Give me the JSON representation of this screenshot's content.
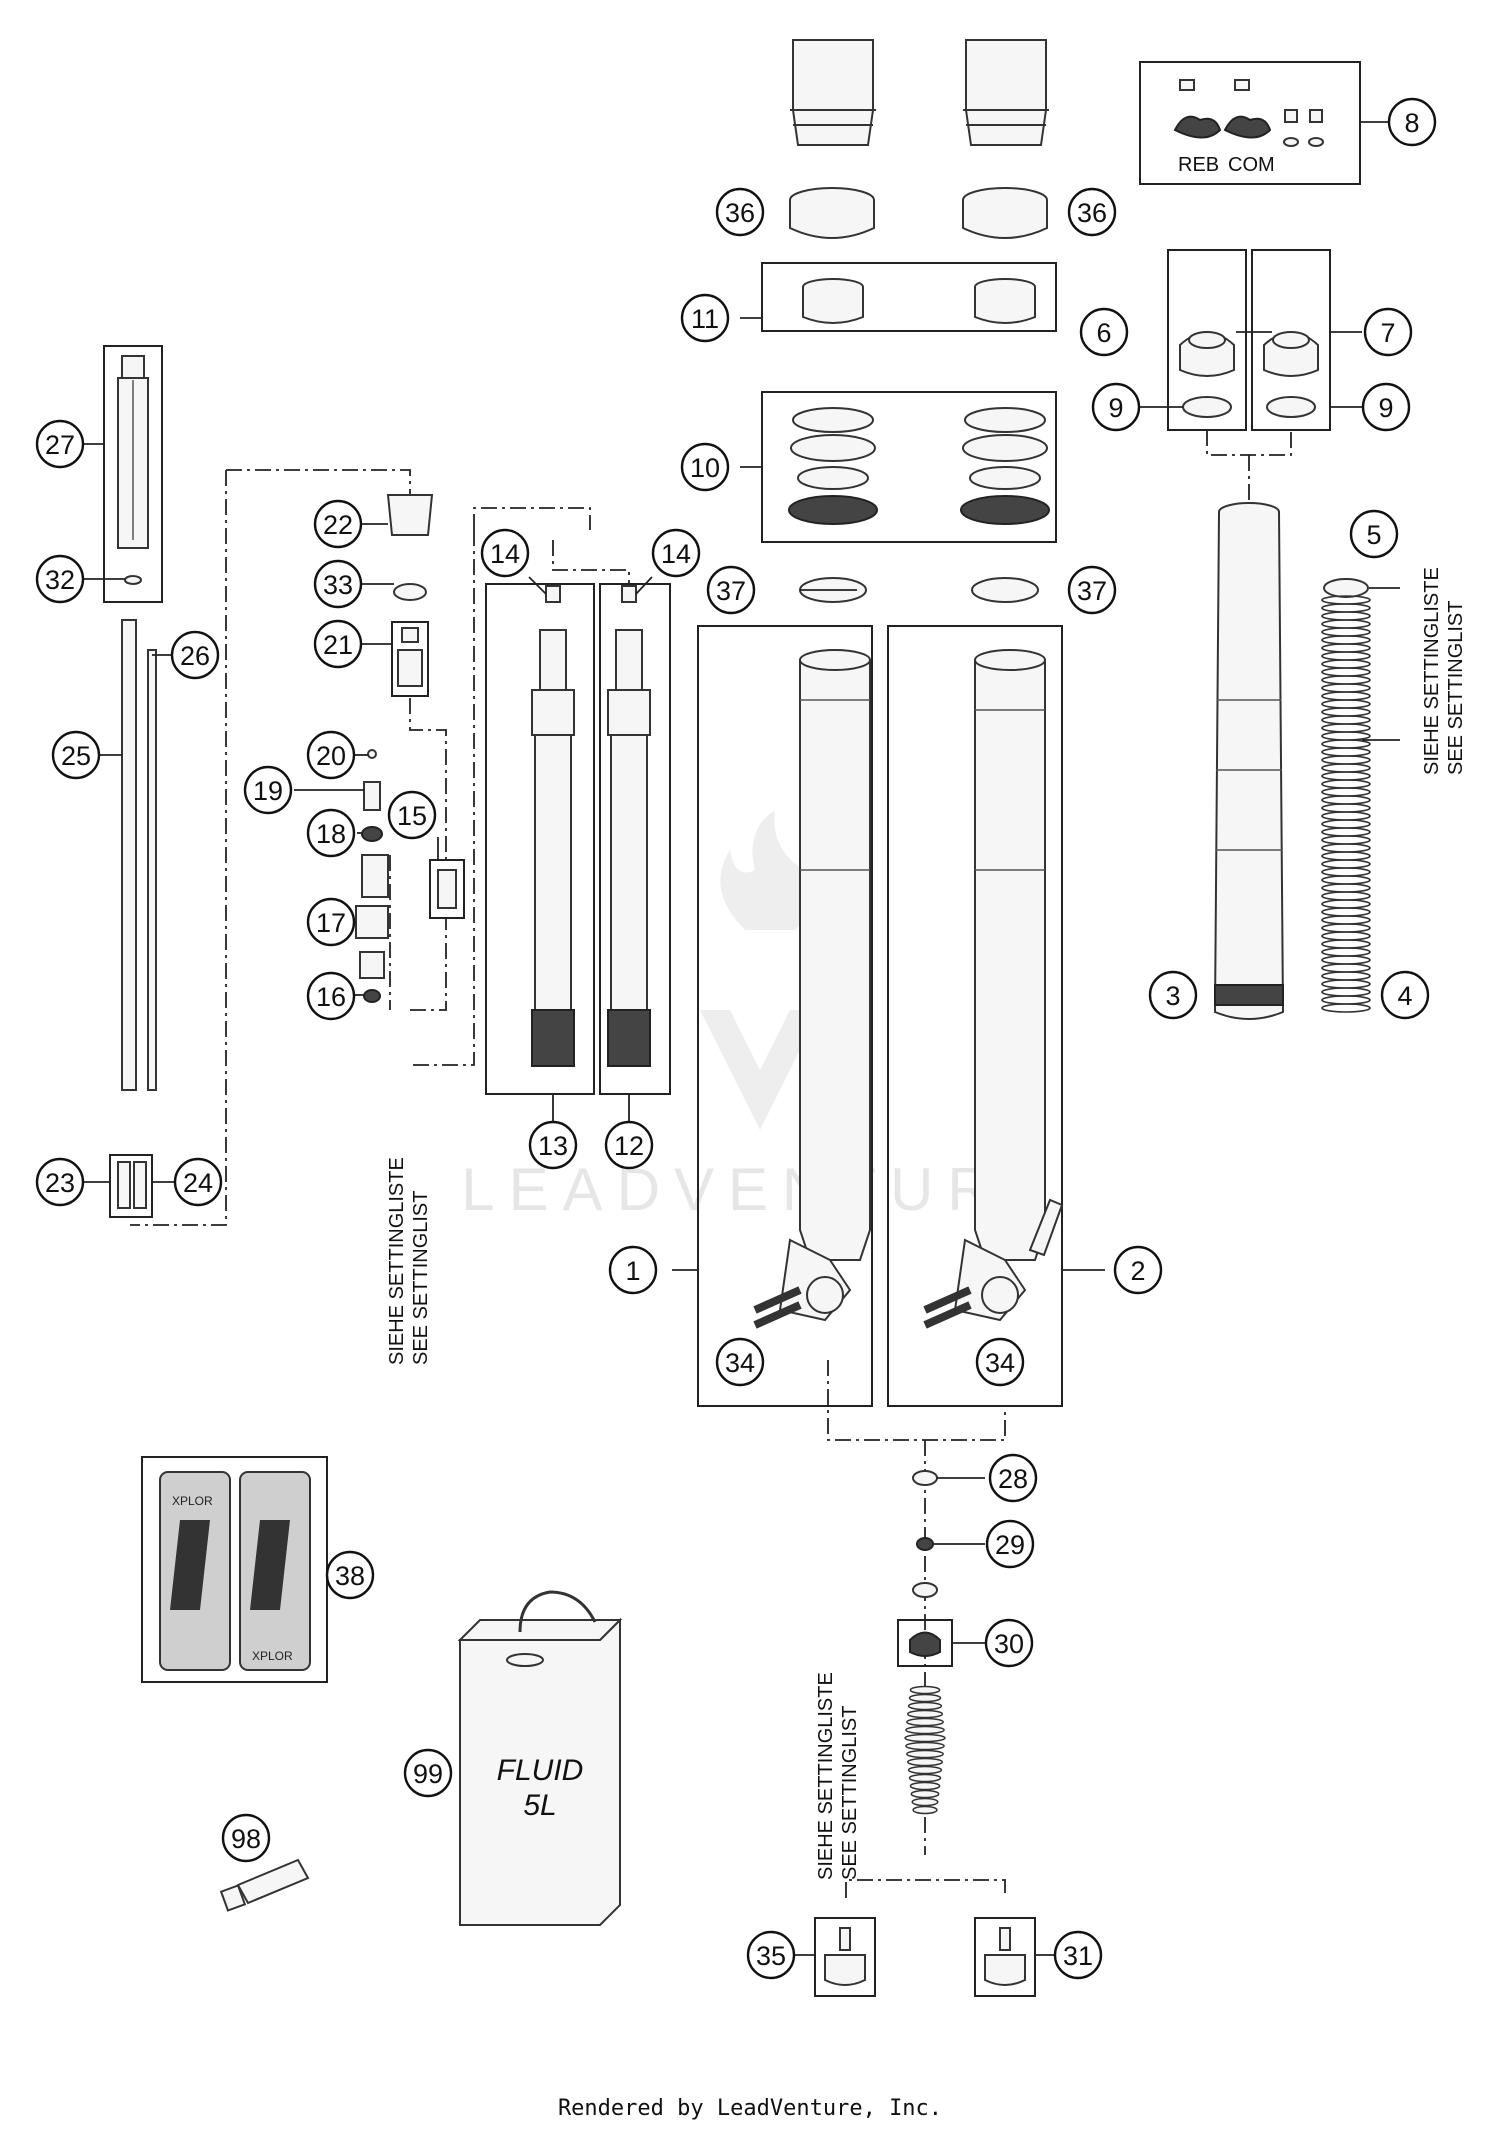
{
  "watermark": "LEADVENTURE",
  "footer": "Rendered by LeadVenture, Inc.",
  "notes": {
    "siehe": "SIEHE SETTINGLISTE",
    "see": "SEE SETTINGLIST"
  },
  "knob_labels": {
    "reb": "REB",
    "com": "COM"
  },
  "fluid": {
    "line1": "FLUID",
    "line2": "5L"
  },
  "decal_text": {
    "brand": "XPLOR"
  },
  "callouts": [
    "1",
    "2",
    "3",
    "4",
    "5",
    "6",
    "7",
    "8",
    "9",
    "9",
    "10",
    "11",
    "12",
    "13",
    "14",
    "14",
    "15",
    "16",
    "17",
    "18",
    "19",
    "20",
    "21",
    "22",
    "23",
    "24",
    "25",
    "26",
    "27",
    "28",
    "29",
    "30",
    "31",
    "32",
    "33",
    "34",
    "34",
    "35",
    "36",
    "36",
    "37",
    "37",
    "38",
    "98",
    "99"
  ],
  "colors": {
    "line": "#222222",
    "part_fill": "#f6f6f6",
    "watermark": "#e6e6e6"
  }
}
